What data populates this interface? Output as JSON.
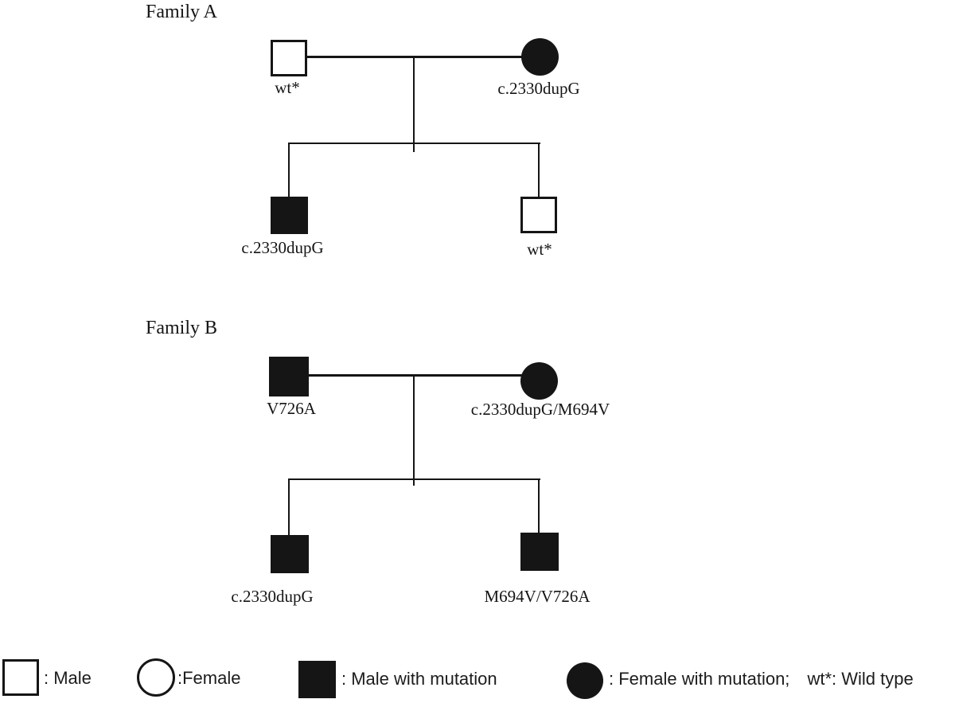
{
  "figure": {
    "background": "#ffffff",
    "ink": "#151515"
  },
  "families": [
    {
      "title": "Family A",
      "father": {
        "sex": "male",
        "affected": false,
        "label": "wt*"
      },
      "mother": {
        "sex": "female",
        "affected": true,
        "label": "c.2330dupG"
      },
      "children": [
        {
          "sex": "male",
          "affected": true,
          "label": "c.2330dupG"
        },
        {
          "sex": "male",
          "affected": false,
          "label": "wt*"
        }
      ]
    },
    {
      "title": "Family B",
      "father": {
        "sex": "male",
        "affected": true,
        "label": "V726A"
      },
      "mother": {
        "sex": "female",
        "affected": true,
        "label": "c.2330dupG/M694V"
      },
      "children": [
        {
          "sex": "male",
          "affected": true,
          "label": "c.2330dupG"
        },
        {
          "sex": "male",
          "affected": true,
          "label": "M694V/V726A"
        }
      ]
    }
  ],
  "legend": {
    "items": [
      {
        "symbol": "male-open",
        "label": ": Male"
      },
      {
        "symbol": "female-open",
        "label": ":Female"
      },
      {
        "symbol": "male-filled",
        "label": ": Male with mutation"
      },
      {
        "symbol": "female-filled",
        "label": ": Female with mutation;"
      }
    ],
    "wild_type_note": "wt*: Wild type"
  }
}
